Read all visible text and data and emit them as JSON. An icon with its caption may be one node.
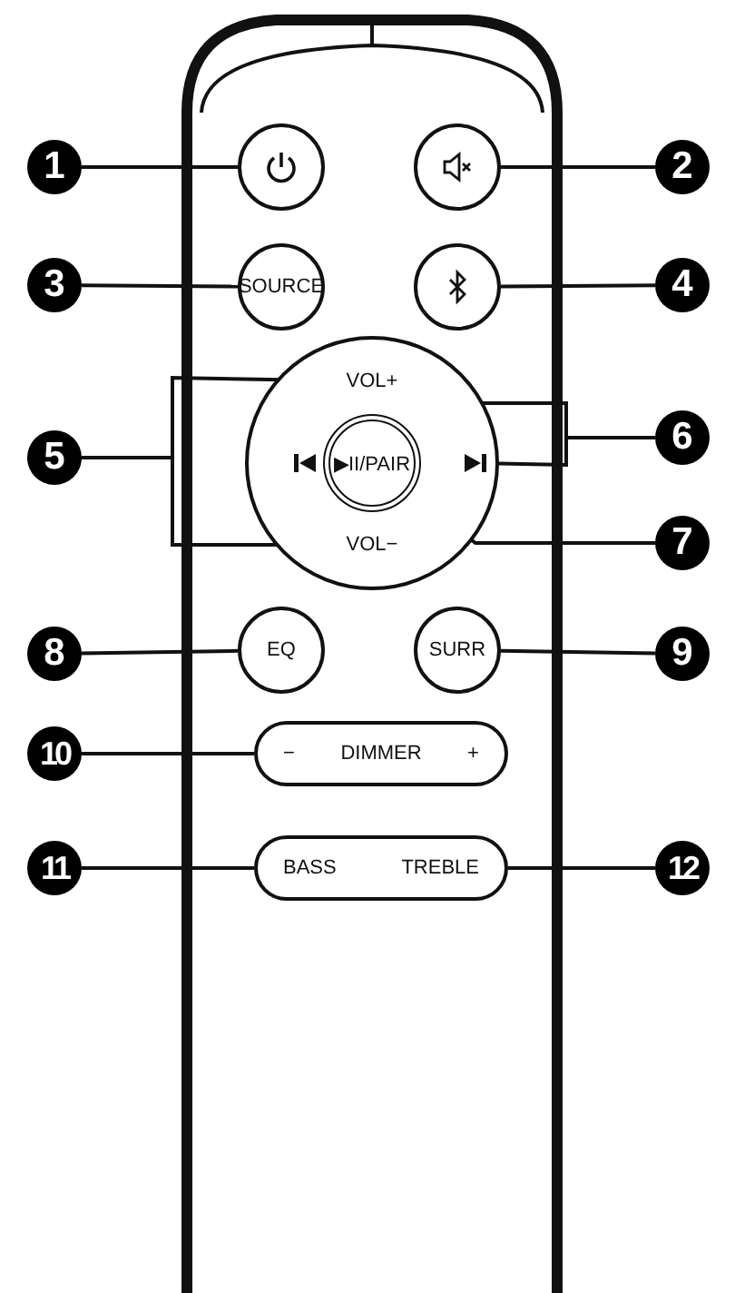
{
  "diagram": {
    "nodes": [
      {
        "text": [
          "1"
        ]
      },
      {
        "text": [],
        "shape": "circle"
      },
      {
        "text": [
          "2"
        ]
      },
      {
        "text": [],
        "shape": "circle"
      },
      {
        "text": [
          "3"
        ]
      },
      {
        "text": [
          "SOURCE"
        ]
      },
      {
        "text": [
          "4"
        ]
      },
      {
        "text": [],
        "shape": "circle"
      },
      {
        "text": [],
        "shape": "circle"
      },
      {
        "text": [
          "VOL+"
        ],
        "in": 8
      },
      {
        "text": [
          "5"
        ]
      },
      {
        "text": [],
        "shape": "triangle",
        "in": 8
      },
      {
        "text": [
          "▶II/PAIR"
        ],
        "in": 8
      },
      {
        "text": [],
        "shape": "triangle",
        "in": 8
      },
      {
        "text": [
          "6"
        ]
      },
      {
        "text": [
          "VOL−"
        ],
        "in": 8
      },
      {
        "text": [
          "7"
        ]
      },
      {
        "text": [
          "8"
        ]
      },
      {
        "text": [
          "EQ"
        ]
      },
      {
        "text": [
          "SURR"
        ]
      },
      {
        "text": [
          "9"
        ]
      },
      {
        "text": [
          "10"
        ]
      },
      {
        "text": [
          "−",
          "DIMMER",
          "+"
        ]
      },
      {
        "text": [
          "11"
        ]
      },
      {
        "text": [
          "BASS",
          "TREBLE"
        ]
      },
      {
        "text": [
          "12"
        ]
      }
    ],
    "edges": [
      {
        "from": 0,
        "to": 1,
        "arrow": "none"
      },
      {
        "from": 2,
        "to": 3,
        "arrow": "none"
      },
      {
        "from": 4,
        "to": 5,
        "arrow": "none"
      },
      {
        "from": 6,
        "to": 7,
        "arrow": "none"
      },
      {
        "from": 10,
        "to": 9,
        "arrow": "none"
      },
      {
        "from": 10,
        "to": 15,
        "arrow": "none"
      },
      {
        "from": 14,
        "to": 11,
        "arrow": "none"
      },
      {
        "from": 14,
        "to": 13,
        "arrow": "none"
      },
      {
        "from": 16,
        "to": 12,
        "arrow": "none"
      },
      {
        "from": 17,
        "to": 18,
        "arrow": "none"
      },
      {
        "from": 20,
        "to": 19,
        "arrow": "none"
      },
      {
        "from": 21,
        "to": 22,
        "arrow": "none"
      },
      {
        "from": 23,
        "to": 24,
        "arrow": "none"
      },
      {
        "from": 25,
        "to": 24,
        "arrow": "none"
      }
    ]
  }
}
